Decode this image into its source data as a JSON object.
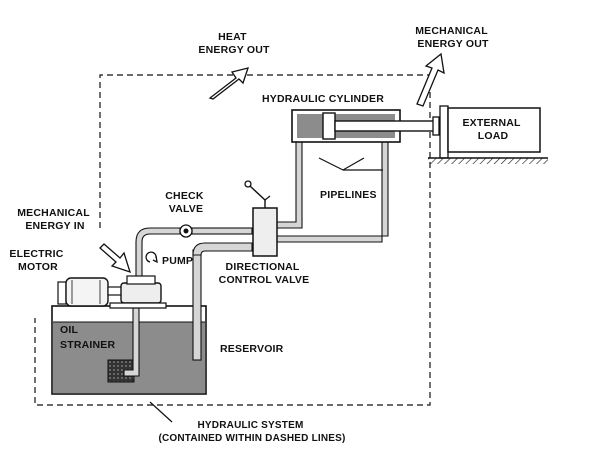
{
  "labels": {
    "heat_energy_out": [
      "HEAT",
      "ENERGY OUT"
    ],
    "mechanical_energy_out": [
      "MECHANICAL",
      "ENERGY OUT"
    ],
    "hydraulic_cylinder": "HYDRAULIC CYLINDER",
    "external_load": [
      "EXTERNAL",
      "LOAD"
    ],
    "check_valve": [
      "CHECK",
      "VALVE"
    ],
    "pipelines": "PIPELINES",
    "mechanical_energy_in": [
      "MECHANICAL",
      "ENERGY IN"
    ],
    "electric_motor": [
      "ELECTRIC",
      "MOTOR"
    ],
    "pump": "PUMP",
    "directional_control_valve": [
      "DIRECTIONAL",
      "CONTROL VALVE"
    ],
    "oil": "OIL",
    "strainer": "STRAINER",
    "reservoir": "RESERVOIR",
    "hydraulic_system": [
      "HYDRAULIC SYSTEM",
      "(CONTAINED WITHIN DASHED LINES)"
    ]
  },
  "colors": {
    "ink": "#111111",
    "reservoir_fill": "#8c8c8c",
    "pipe_fill": "#d6d6d6",
    "component_fill": "#eeeeee"
  }
}
